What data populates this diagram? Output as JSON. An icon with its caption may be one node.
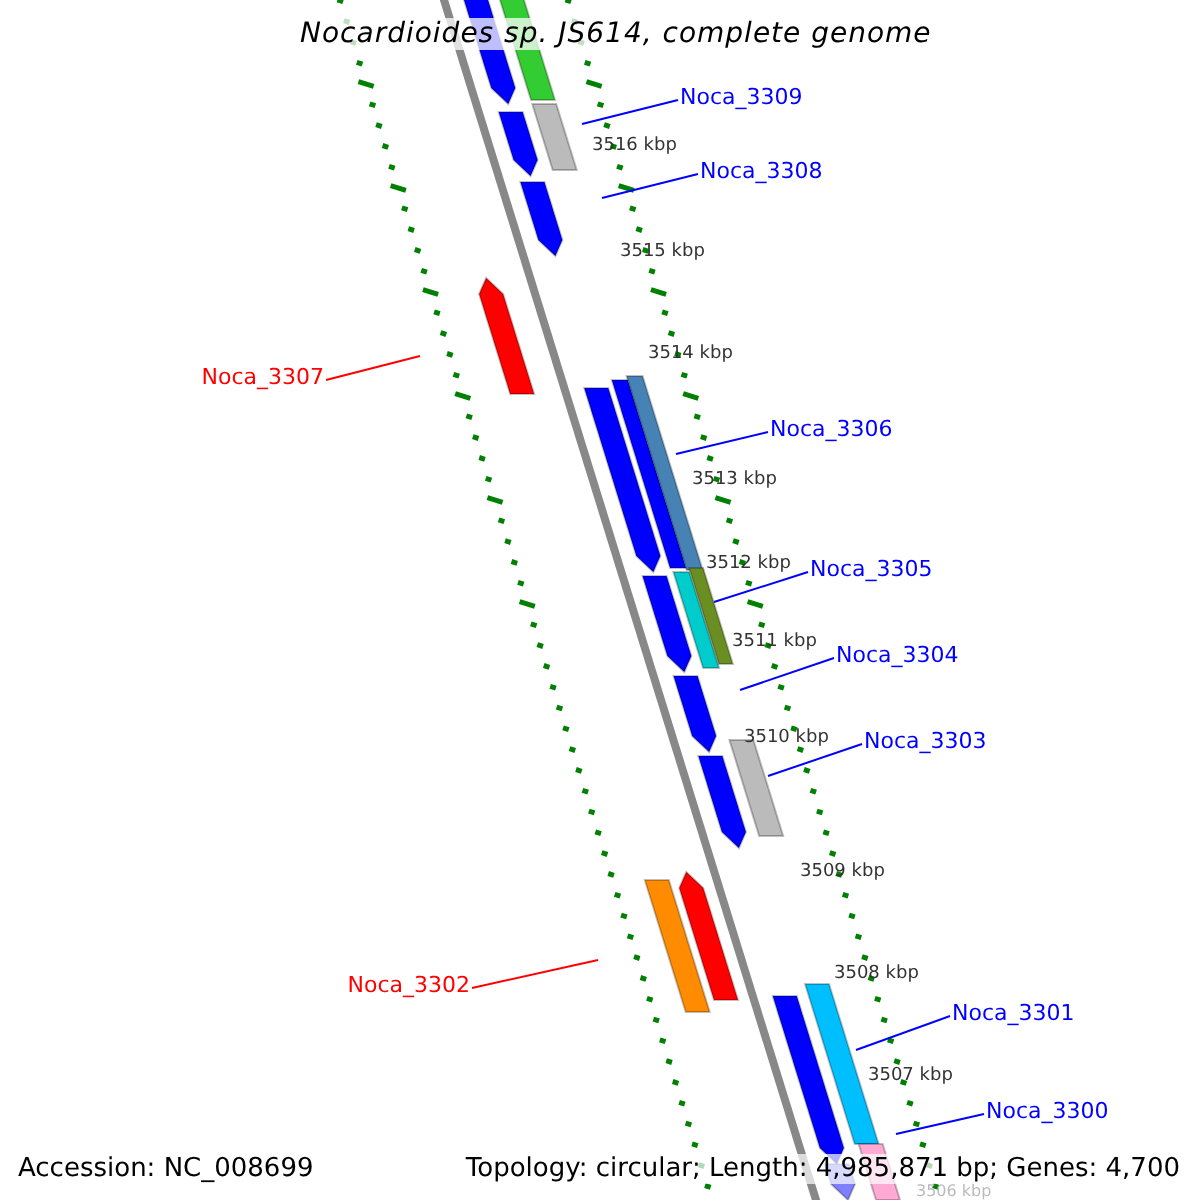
{
  "diagram": {
    "title": "Nocardioides sp. JS614, complete genome",
    "nodes": [
      {
        "text": [
          "Noca_3309"
        ]
      },
      {
        "text": [
          "Noca_3308"
        ]
      },
      {
        "text": [
          "Noca_3307"
        ]
      },
      {
        "text": [
          "Noca_3306"
        ]
      },
      {
        "text": [
          "Noca_3305"
        ]
      },
      {
        "text": [
          "Noca_3304"
        ]
      },
      {
        "text": [
          "Noca_3303"
        ]
      },
      {
        "text": [
          "Noca_3302"
        ]
      },
      {
        "text": [
          "Noca_3301"
        ]
      },
      {
        "text": [
          "Noca_3300"
        ]
      }
    ],
    "edges": [
      {
        "from": 0,
        "to": null,
        "arrow": "none"
      },
      {
        "from": 1,
        "to": null,
        "arrow": "none"
      },
      {
        "from": 2,
        "to": null,
        "arrow": "none",
        "color": "#ff0000"
      },
      {
        "from": 3,
        "to": null,
        "arrow": "none"
      },
      {
        "from": 4,
        "to": null,
        "arrow": "none"
      },
      {
        "from": 5,
        "to": null,
        "arrow": "none"
      },
      {
        "from": 6,
        "to": null,
        "arrow": "none"
      },
      {
        "from": 7,
        "to": null,
        "arrow": "none",
        "color": "#ff0000"
      },
      {
        "from": 8,
        "to": null,
        "arrow": "none"
      },
      {
        "from": 9,
        "to": null,
        "arrow": "none"
      }
    ],
    "labels": [
      "3516 kbp",
      "3515 kbp",
      "3514 kbp",
      "3513 kbp",
      "3512 kbp",
      "3511 kbp",
      "3510 kbp",
      "3509 kbp",
      "3508 kbp",
      "3507 kbp",
      "3506 kbp",
      "Accession: NC_008699",
      "Topology: circular; Length: 4,985,871 bp; Genes: 4,700"
    ]
  }
}
